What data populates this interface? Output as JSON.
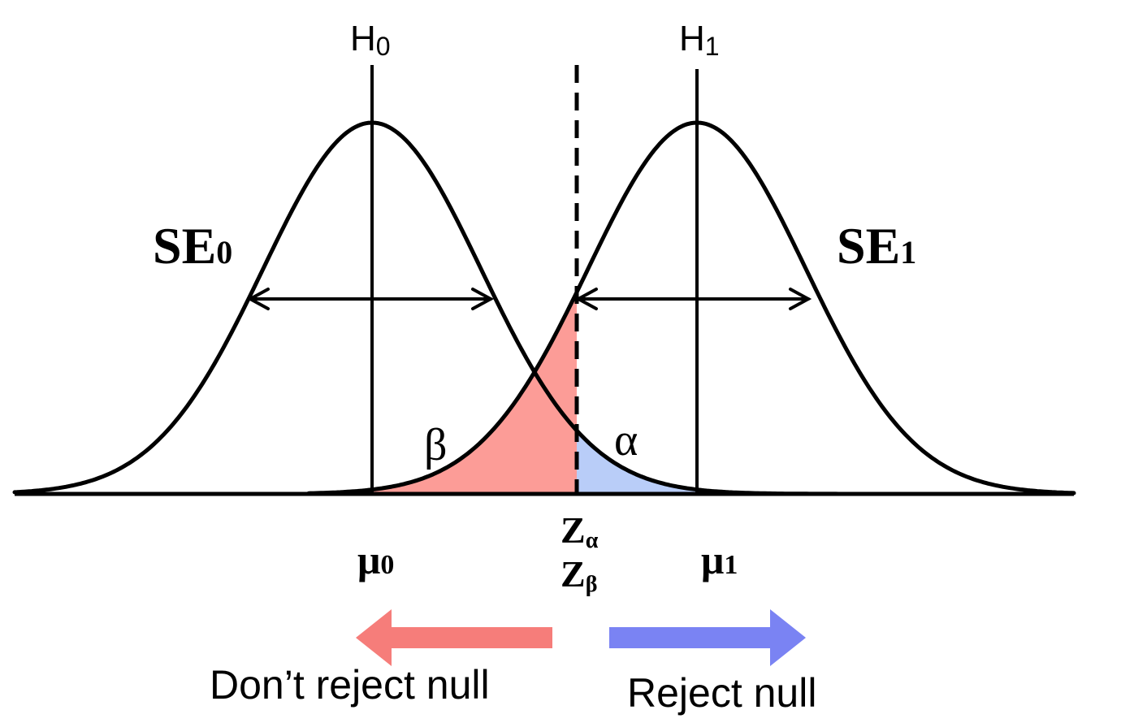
{
  "hypotheses": {
    "null": {
      "letter": "H",
      "sub": "0"
    },
    "alt": {
      "letter": "H",
      "sub": "1"
    }
  },
  "standard_errors": {
    "null": {
      "main": "SE",
      "sub": "0"
    },
    "alt": {
      "main": "SE",
      "sub": "1"
    }
  },
  "errors": {
    "beta": "β",
    "alpha": "α"
  },
  "means": {
    "null": {
      "main": "μ",
      "sub": "0"
    },
    "alt": {
      "main": "μ",
      "sub": "1"
    }
  },
  "critical": {
    "z_alpha": {
      "main": "Z",
      "sub": "α"
    },
    "z_beta": {
      "main": "Z",
      "sub": "β"
    }
  },
  "decisions": {
    "dont_reject": "Don’t reject null",
    "reject": "Reject null"
  },
  "colors": {
    "beta_fill": "#fc9c97",
    "alpha_fill": "#b9cdf8",
    "dont_reject_arrow": "#f67d7a",
    "reject_arrow": "#7a83f3",
    "line": "#000000"
  }
}
